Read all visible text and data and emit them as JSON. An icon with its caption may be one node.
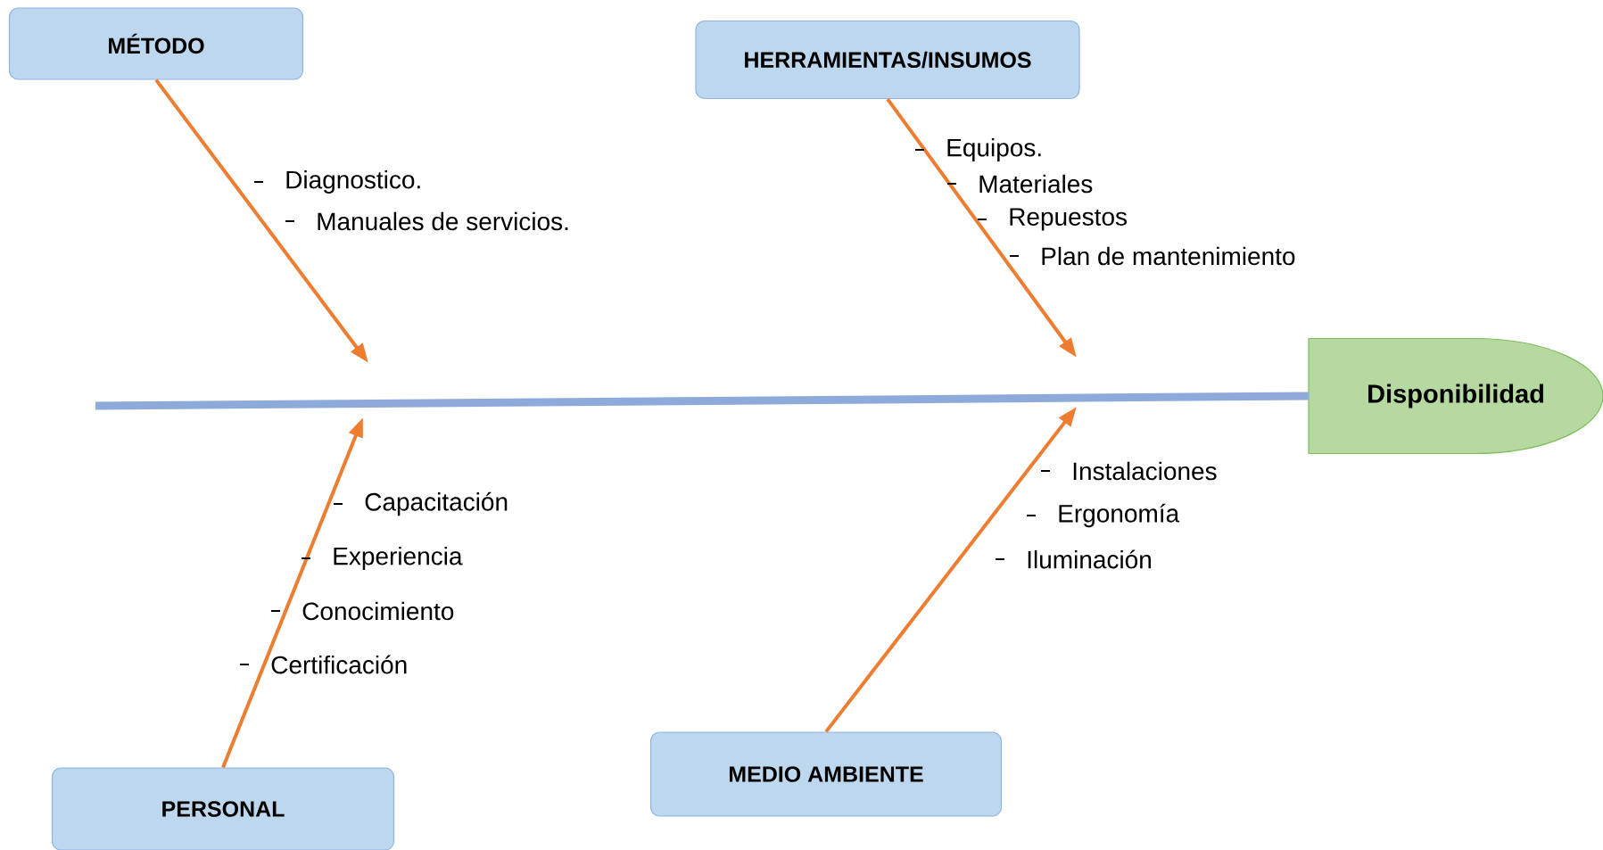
{
  "diagram": {
    "nodes": [
      {
        "text": [
          "MÉTODO"
        ]
      },
      {
        "text": [
          "HERRAMIENTAS/INSUMOS"
        ]
      },
      {
        "text": [
          "Disponibilidad"
        ]
      },
      {
        "text": [
          "PERSONAL"
        ]
      },
      {
        "text": [
          "MEDIO AMBIENTE"
        ]
      }
    ],
    "edges": [
      {
        "from": null,
        "to": 2,
        "arrow": "none",
        "style": "thick",
        "color": "#8eaadb"
      },
      {
        "from": 0,
        "to": null,
        "arrow": "to"
      },
      {
        "from": 1,
        "to": null,
        "arrow": "to"
      },
      {
        "from": 3,
        "to": null,
        "arrow": "to"
      },
      {
        "from": 4,
        "to": null,
        "arrow": "to"
      }
    ],
    "labels": [
      "Diagnostico.",
      "Manuales de servicios.",
      "Equipos.",
      "Materiales",
      "Repuestos",
      "Plan de mantenimiento",
      "Capacitación",
      "Experiencia",
      "Conocimiento",
      "Certificación",
      "Instalaciones",
      "Ergonomía",
      "Iluminación"
    ]
  }
}
